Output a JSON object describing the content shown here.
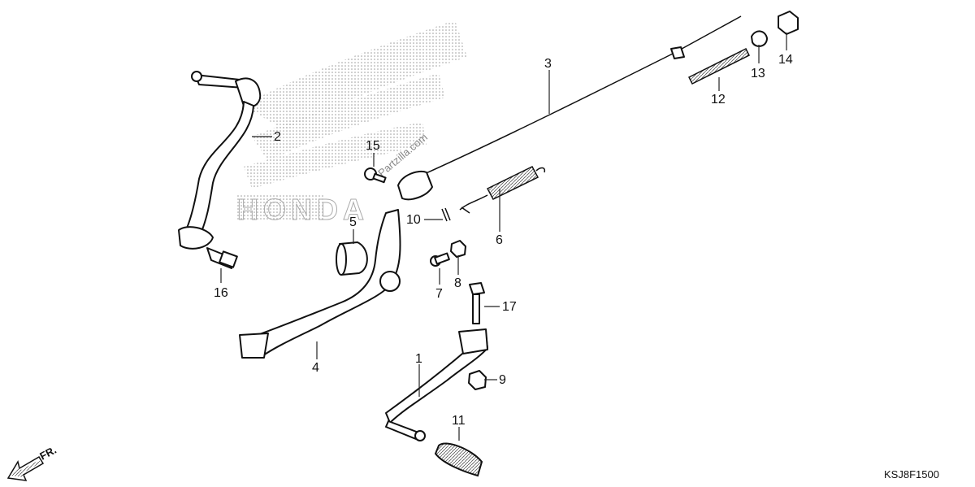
{
  "diagram": {
    "callouts": [
      "1",
      "2",
      "3",
      "4",
      "5",
      "6",
      "7",
      "8",
      "9",
      "10",
      "11",
      "12",
      "13",
      "14",
      "15",
      "16",
      "17"
    ],
    "watermark_text": "Partzilla.com",
    "brand_text": "HONDA",
    "front_indicator": "FR.",
    "diagram_code": "KSJ8F1500"
  }
}
